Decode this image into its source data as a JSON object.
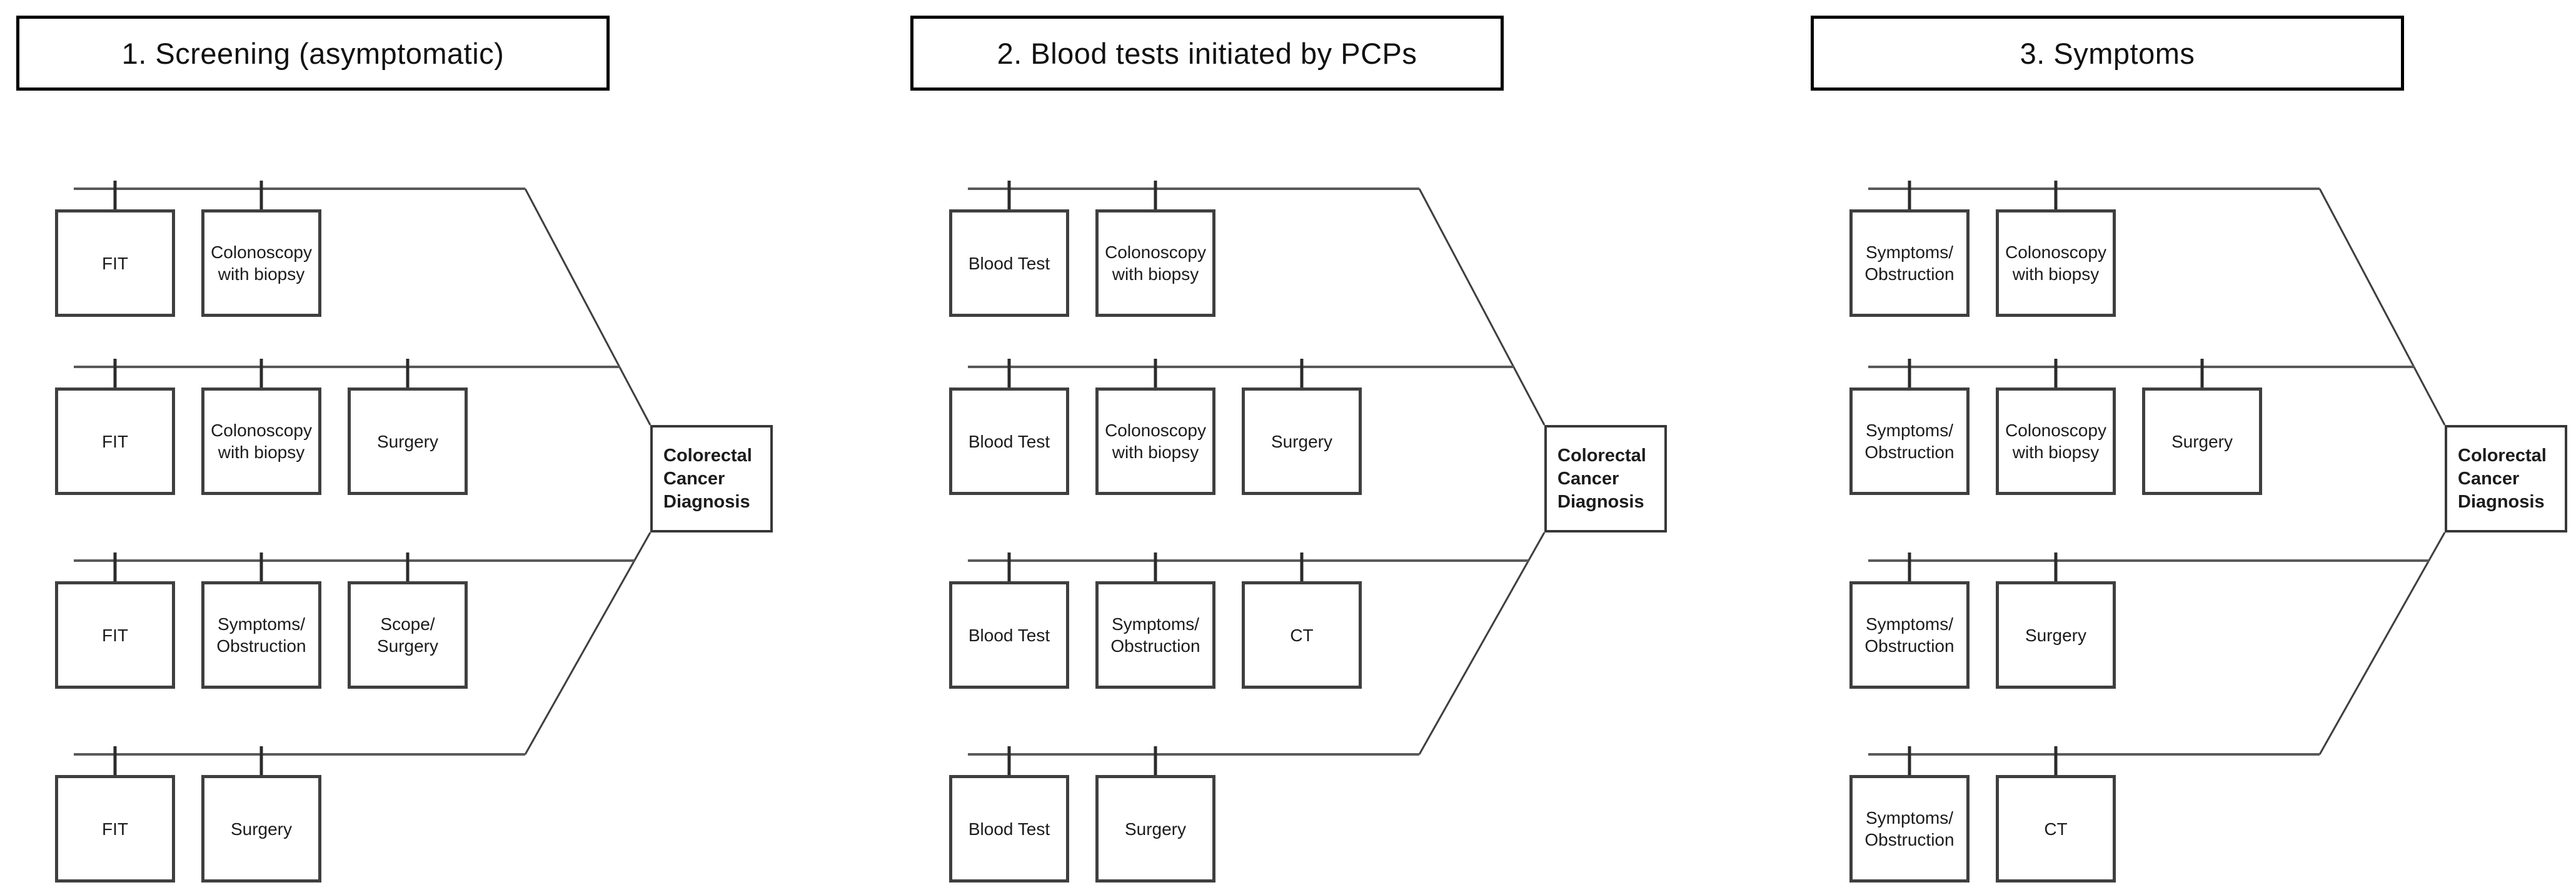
{
  "figure": {
    "description_boxes_count": 31
  },
  "colors": {
    "row_line": "#595959",
    "diagonal_line": "#3f3f3f",
    "tick": "#2b2b2b",
    "box_border": "#3f3f3f",
    "title_border": "#000000",
    "text": "#1c1c1c",
    "background": "#ffffff"
  },
  "panels": [
    {
      "id": "screening",
      "title": "1. Screening (asymptomatic)",
      "diagnosis": [
        "Colorectal",
        "Cancer",
        "Diagnosis"
      ],
      "rows": [
        {
          "boxes": [
            [
              "FIT"
            ],
            [
              "Colonoscopy",
              "with biopsy"
            ]
          ]
        },
        {
          "boxes": [
            [
              "FIT"
            ],
            [
              "Colonoscopy",
              "with biopsy"
            ],
            [
              "Surgery"
            ]
          ]
        },
        {
          "boxes": [
            [
              "FIT"
            ],
            [
              "Symptoms/",
              "Obstruction"
            ],
            [
              "Scope/",
              "Surgery"
            ]
          ]
        },
        {
          "boxes": [
            [
              "FIT"
            ],
            [
              "Surgery"
            ]
          ]
        }
      ]
    },
    {
      "id": "blood-tests",
      "title": "2. Blood tests initiated by PCPs",
      "diagnosis": [
        "Colorectal",
        "Cancer",
        "Diagnosis"
      ],
      "rows": [
        {
          "boxes": [
            [
              "Blood Test"
            ],
            [
              "Colonoscopy",
              "with biopsy"
            ]
          ]
        },
        {
          "boxes": [
            [
              "Blood Test"
            ],
            [
              "Colonoscopy",
              "with biopsy"
            ],
            [
              "Surgery"
            ]
          ]
        },
        {
          "boxes": [
            [
              "Blood Test"
            ],
            [
              "Symptoms/",
              "Obstruction"
            ],
            [
              "CT"
            ]
          ]
        },
        {
          "boxes": [
            [
              "Blood Test"
            ],
            [
              "Surgery"
            ]
          ]
        }
      ]
    },
    {
      "id": "symptoms",
      "title": "3. Symptoms",
      "diagnosis": [
        "Colorectal",
        "Cancer",
        "Diagnosis"
      ],
      "rows": [
        {
          "boxes": [
            [
              "Symptoms/",
              "Obstruction"
            ],
            [
              "Colonoscopy",
              "with biopsy"
            ]
          ]
        },
        {
          "boxes": [
            [
              "Symptoms/",
              "Obstruction"
            ],
            [
              "Colonoscopy",
              "with biopsy"
            ],
            [
              "Surgery"
            ]
          ]
        },
        {
          "boxes": [
            [
              "Symptoms/",
              "Obstruction"
            ],
            [
              "Surgery"
            ]
          ]
        },
        {
          "boxes": [
            [
              "Symptoms/",
              "Obstruction"
            ],
            [
              "CT"
            ]
          ]
        }
      ]
    }
  ]
}
